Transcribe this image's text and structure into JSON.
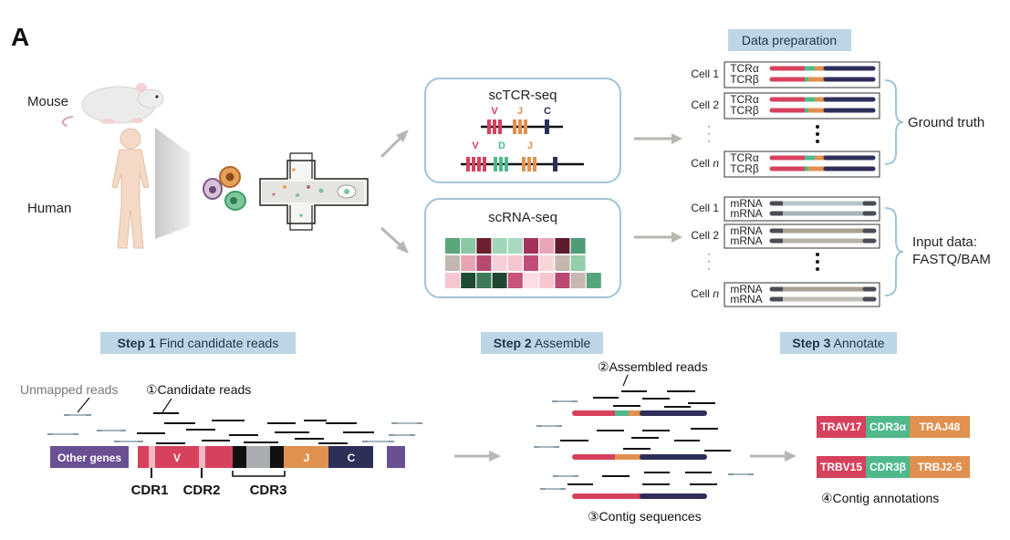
{
  "panel_letter": "A",
  "species": {
    "mouse": "Mouse",
    "human": "Human"
  },
  "sctcr": {
    "title": "scTCR-seq",
    "alpha_labels": [
      "V",
      "J",
      "C"
    ],
    "beta_labels": [
      "V",
      "D",
      "J"
    ]
  },
  "scrna": {
    "title": "scRNA-seq",
    "heatmap": [
      [
        "#5aa57a",
        "#88c9a4",
        "#6e1f2f",
        "#9fd6b8",
        "#a8d9c0",
        "#a3325a",
        "#e7a7b5",
        "#5d1b2e",
        "#4f9c74",
        "#ffffff"
      ],
      [
        "#c4b7b2",
        "#e5a6b2",
        "#b64a6e",
        "#f6d0d6",
        "#f5c6cf",
        "#c24d79",
        "#f9d5da",
        "#c5b6b0",
        "#92cfaa",
        "#ffffff"
      ],
      [
        "#f6c7cf",
        "#1f4a33",
        "#3e7a59",
        "#1e4731",
        "#c7527a",
        "#fbdde2",
        "#f7c6cf",
        "#ba4971",
        "#c8b6b2",
        "#55a67b"
      ]
    ]
  },
  "data_prep": {
    "title": "Data preparation",
    "tcr_cells": [
      "Cell 1",
      "Cell 2",
      "Cell n"
    ],
    "tcr_rows": [
      "TCRα",
      "TCRβ"
    ],
    "mrna_cells": [
      "Cell 1",
      "Cell 2",
      "Cell n"
    ],
    "mrna_row": "mRNA",
    "dots": "·",
    "ground_truth": "Ground truth",
    "input_data_1": "Input data:",
    "input_data_2": "FASTQ/BAM"
  },
  "steps": {
    "step1": {
      "num": "Step 1",
      "label": "Find candidate reads"
    },
    "step2": {
      "num": "Step 2",
      "label": "Assemble"
    },
    "step3": {
      "num": "Step 3",
      "label": "Annotate"
    }
  },
  "step1_diagram": {
    "unmapped": "Unmapped reads",
    "candidate": "①Candidate reads",
    "other_genes": "Other genes",
    "v": "V",
    "j": "J",
    "c": "C",
    "cdr1": "CDR1",
    "cdr2": "CDR2",
    "cdr3": "CDR3"
  },
  "step2_diagram": {
    "assembled": "②Assembled reads",
    "contig": "③Contig sequences"
  },
  "step3_diagram": {
    "row1": [
      "TRAV17",
      "CDR3α",
      "TRAJ48"
    ],
    "row2": [
      "TRBV15",
      "CDR3β",
      "TRBJ2-5"
    ],
    "caption": "④Contig annotations"
  },
  "colors": {
    "v_red": "#d6415d",
    "j_orange": "#e0904f",
    "c_navy": "#2e2f59",
    "d_green": "#4fb98c",
    "other_purple": "#6b4f93",
    "step_bg": "#bcd6e5",
    "box_border": "#9fc4d7",
    "arrow_gray": "#b8b6b0"
  }
}
